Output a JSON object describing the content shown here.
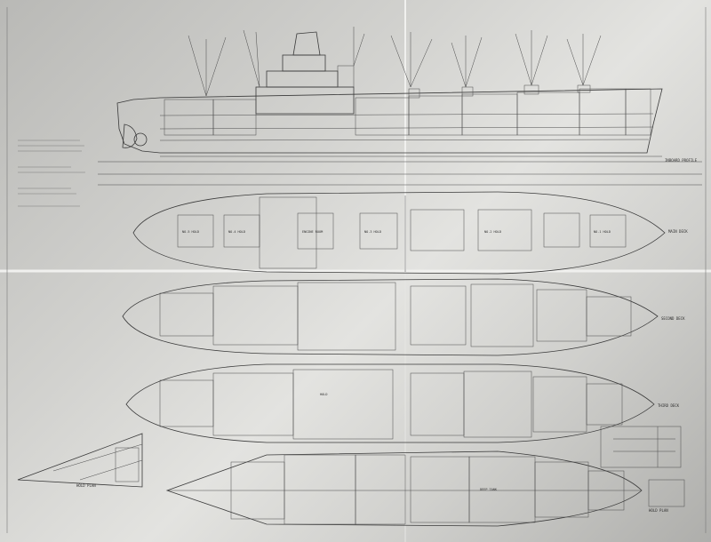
{
  "sheet": {
    "colors": {
      "paper": "#d8d8d5",
      "ink": "#333333",
      "seam": "#f2f2f0"
    }
  },
  "blocks": {
    "sheet_title": "",
    "inboard_profile_label": "INBOARD PROFILE",
    "deck_labels": [
      "MAIN DECK",
      "SECOND DECK",
      "THIRD DECK",
      "HOLD PLAN",
      "HOLD PLAN"
    ],
    "notes_header": "",
    "compartments": [
      "NO.5 HOLD",
      "NO.4 HOLD",
      "NO.3 HOLD",
      "NO.2 HOLD",
      "NO.1 HOLD",
      "ENGINE ROOM",
      "HOLD",
      "DEEP TANK"
    ]
  }
}
